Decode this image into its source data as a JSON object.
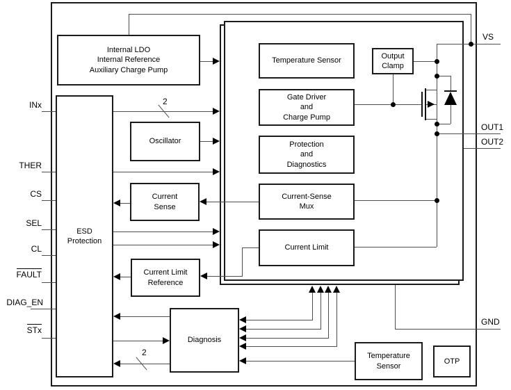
{
  "pins": {
    "left": [
      {
        "label": "INx",
        "overline": false
      },
      {
        "label": "THER",
        "overline": false
      },
      {
        "label": "CS",
        "overline": false
      },
      {
        "label": "SEL",
        "overline": false
      },
      {
        "label": "CL",
        "overline": false
      },
      {
        "label": "FAULT",
        "overline": true
      },
      {
        "label": "DIAG_EN",
        "overline": false
      },
      {
        "label": "STx",
        "overline": true
      }
    ],
    "right": [
      {
        "label": "VS"
      },
      {
        "label": "OUT1"
      },
      {
        "label": "OUT2"
      },
      {
        "label": "GND"
      }
    ]
  },
  "blocks": {
    "ldo": {
      "lines": [
        "Internal LDO",
        "Internal Reference",
        "Auxiliary Charge Pump"
      ]
    },
    "esd": {
      "lines": [
        "ESD",
        "Protection"
      ]
    },
    "oscillator": {
      "label": "Oscillator"
    },
    "current_sense": {
      "lines": [
        "Current",
        "Sense"
      ]
    },
    "current_limit_reference": {
      "lines": [
        "Current Limit",
        "Reference"
      ]
    },
    "diagnosis": {
      "label": "Diagnosis"
    },
    "temperature_sensor": {
      "label": "Temperature Sensor"
    },
    "gate_driver": {
      "lines": [
        "Gate Driver",
        "and",
        "Charge Pump"
      ]
    },
    "protection_diagnostics": {
      "lines": [
        "Protection",
        "and",
        "Diagnostics"
      ]
    },
    "current_sense_mux": {
      "lines": [
        "Current-Sense",
        "Mux"
      ]
    },
    "current_limit": {
      "label": "Current Limit"
    },
    "output_clamp": {
      "lines": [
        "Output",
        "Clamp"
      ]
    },
    "temperature_sensor_2": {
      "lines": [
        "Temperature",
        "Sensor"
      ]
    },
    "otp": {
      "label": "OTP"
    }
  },
  "bus": {
    "inx_width": "2",
    "stx_width": "2"
  },
  "colors": {
    "background": "#ffffff",
    "border": "#1a1a1a",
    "wire": "#4d4d4d",
    "text": "#000000"
  }
}
